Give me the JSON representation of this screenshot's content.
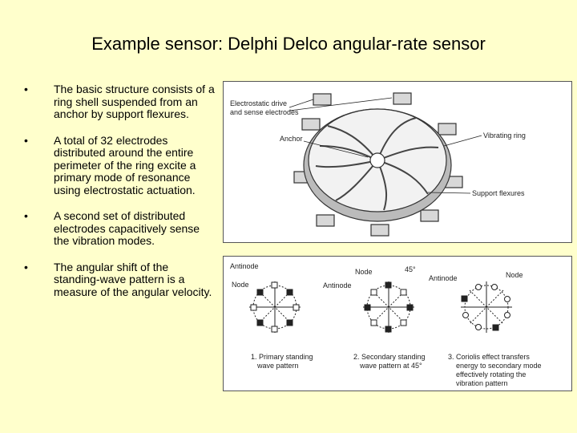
{
  "title": "Example sensor: Delphi Delco angular-rate sensor",
  "bullet_symbol": "•",
  "bullets": [
    "The basic structure consists of a ring shell suspended from an anchor by support flexures.",
    "A total of 32 electrodes distributed around the entire perimeter of the ring excite a primary mode of resonance using electrostatic actuation.",
    "A second set of distributed electrodes capacitively sense the vibration modes.",
    "The angular shift of the standing-wave pattern is a measure of the angular velocity."
  ],
  "figure1": {
    "label_electrodes_1": "Electrostatic drive",
    "label_electrodes_2": "and sense electrodes",
    "label_anchor": "Anchor",
    "label_ring": "Vibrating ring",
    "label_flexures": "Support flexures"
  },
  "figure2": {
    "p1_antinode": "Antinode",
    "p1_node": "Node",
    "p1_caption_1": "1. Primary standing",
    "p1_caption_2": "wave pattern",
    "p2_node": "Node",
    "p2_angle": "45°",
    "p2_antinode": "Antinode",
    "p2_caption_1": "2. Secondary standing",
    "p2_caption_2": "wave pattern at 45°",
    "p3_antinode": "Antinode",
    "p3_node": "Node",
    "p3_caption_1": "3. Coriolis effect transfers",
    "p3_caption_2": "energy to secondary mode",
    "p3_caption_3": "effectively rotating the",
    "p3_caption_4": "vibration pattern"
  }
}
